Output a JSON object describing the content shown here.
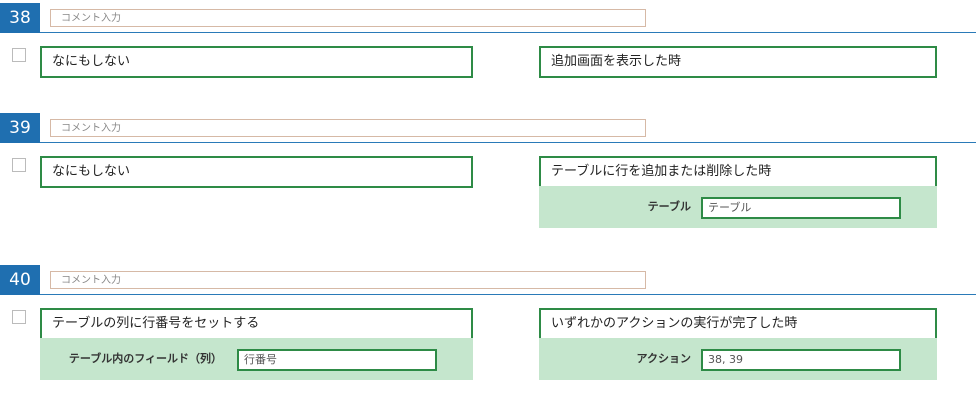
{
  "rules": [
    {
      "number": "38",
      "comment_placeholder": "コメント入力",
      "action": "なにもしない",
      "trigger": "追加画面を表示した時"
    },
    {
      "number": "39",
      "comment_placeholder": "コメント入力",
      "action": "なにもしない",
      "trigger": "テーブルに行を追加または削除した時",
      "trigger_param": {
        "label": "テーブル",
        "value": "テーブル"
      }
    },
    {
      "number": "40",
      "comment_placeholder": "コメント入力",
      "action": "テーブルの列に行番号をセットする",
      "action_param": {
        "label": "テーブル内のフィールド（列）",
        "value": "行番号"
      },
      "trigger": "いずれかのアクションの実行が完了した時",
      "trigger_param": {
        "label": "アクション",
        "value": "38, 39"
      }
    }
  ],
  "colors": {
    "badge": "#1f6fb0",
    "header_line": "#2a7ab8",
    "box_border": "#2e8b46",
    "param_panel": "#c5e6cd",
    "comment_border": "#d6b9a6"
  }
}
